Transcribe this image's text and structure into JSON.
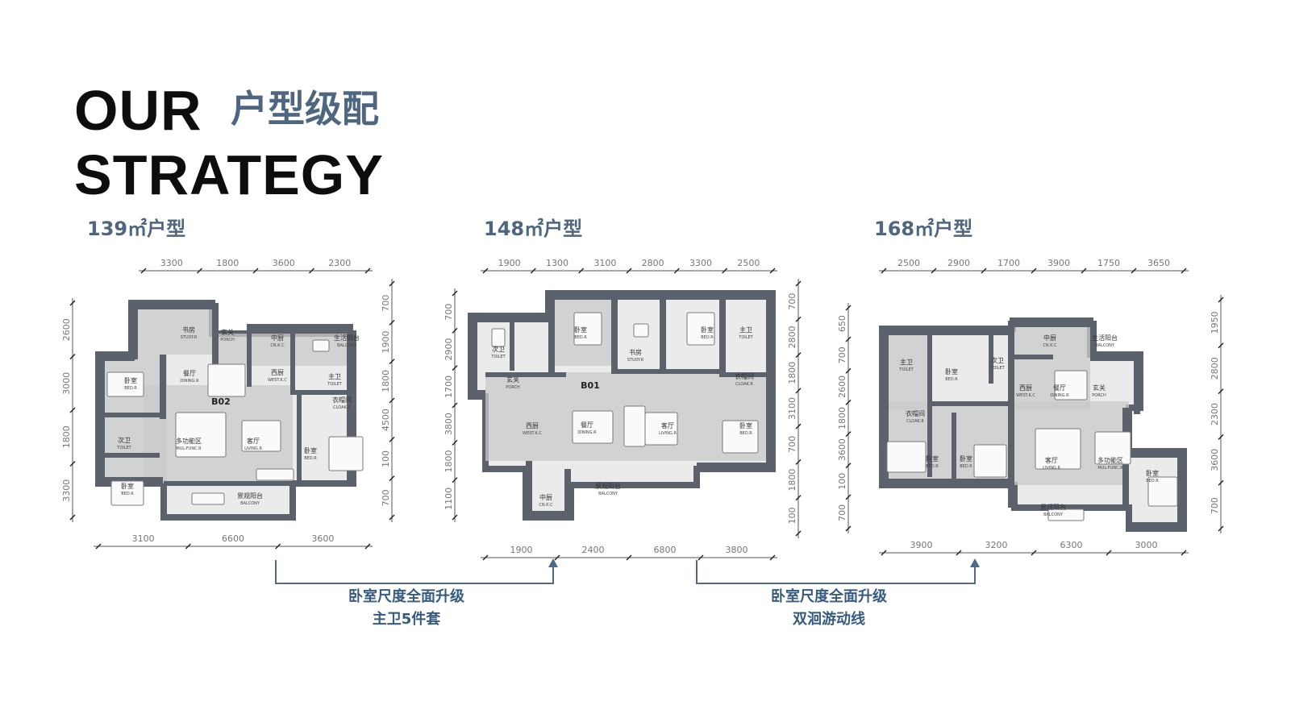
{
  "title": {
    "line1": "OUR",
    "line2": "STRATEGY",
    "cn": "户型级配"
  },
  "colors": {
    "accent": "#4f6680",
    "wall": "#5c626b",
    "floor": "#c9c9c9",
    "caption": "#365a80",
    "connector": "#4f6a88"
  },
  "units": [
    {
      "label": "139㎡户型",
      "code": "B02",
      "top_dims": [
        "3300",
        "1800",
        "3600",
        "2300"
      ],
      "bottom_dims": [
        "3100",
        "6600",
        "3600"
      ],
      "left_dims": [
        "2600",
        "3000",
        "1800",
        "3300"
      ],
      "right_dims": [
        "700",
        "1900",
        "1800",
        "4500",
        "100",
        "700"
      ],
      "rooms": [
        {
          "cn": "书房",
          "en": "STUDY.R"
        },
        {
          "cn": "玄关",
          "en": "PORCH"
        },
        {
          "cn": "中厨",
          "en": "CN.K.C"
        },
        {
          "cn": "生活阳台",
          "en": "BALCONY"
        },
        {
          "cn": "卧室",
          "en": "BED.R"
        },
        {
          "cn": "餐厅",
          "en": "DINING.R"
        },
        {
          "cn": "西厨",
          "en": "WEST.K.C"
        },
        {
          "cn": "主卫",
          "en": "TOILET"
        },
        {
          "cn": "衣帽间",
          "en": "CLOAK.R"
        },
        {
          "cn": "次卫",
          "en": "TOILET"
        },
        {
          "cn": "多功能区",
          "en": "MUL-FUNC.R"
        },
        {
          "cn": "客厅",
          "en": "LIVING.R"
        },
        {
          "cn": "卧室",
          "en": "BED.R"
        },
        {
          "cn": "卧室",
          "en": "BED.R"
        },
        {
          "cn": "景观阳台",
          "en": "BALCONY"
        }
      ]
    },
    {
      "label": "148㎡户型",
      "code": "B01",
      "top_dims": [
        "1900",
        "1300",
        "3100",
        "2800",
        "3300",
        "2500"
      ],
      "bottom_dims": [
        "1900",
        "2400",
        "6800",
        "3800"
      ],
      "left_dims": [
        "700",
        "2900",
        "1700",
        "3800",
        "1800",
        "1100"
      ],
      "right_dims": [
        "700",
        "2800",
        "1800",
        "3100",
        "700",
        "1800",
        "100"
      ],
      "rooms": [
        {
          "cn": "卧室",
          "en": "BED.R"
        },
        {
          "cn": "书房",
          "en": "STUDY.R"
        },
        {
          "cn": "卧室",
          "en": "BED.R"
        },
        {
          "cn": "主卫",
          "en": "TOILET"
        },
        {
          "cn": "次卫",
          "en": "TOILET"
        },
        {
          "cn": "玄关",
          "en": "PORCH"
        },
        {
          "cn": "衣帽间",
          "en": "CLOAK.R"
        },
        {
          "cn": "西厨",
          "en": "WEST.K.C"
        },
        {
          "cn": "餐厅",
          "en": "DINING.R"
        },
        {
          "cn": "客厅",
          "en": "LIVING.R"
        },
        {
          "cn": "卧室",
          "en": "BED.R"
        },
        {
          "cn": "中厨",
          "en": "CN.K.C"
        },
        {
          "cn": "景观阳台",
          "en": "BALCONY"
        }
      ]
    },
    {
      "label": "168㎡户型",
      "code": "",
      "top_dims": [
        "2500",
        "2900",
        "1700",
        "3900",
        "1750",
        "3650"
      ],
      "bottom_dims": [
        "3900",
        "3200",
        "6300",
        "3000"
      ],
      "left_dims": [
        "650",
        "700",
        "2600",
        "1800",
        "3600",
        "100",
        "700"
      ],
      "right_dims": [
        "1950",
        "2800",
        "2300",
        "3600",
        "700"
      ],
      "rooms": [
        {
          "cn": "主卫",
          "en": "TOILET"
        },
        {
          "cn": "次卫",
          "en": "TOILET"
        },
        {
          "cn": "中厨",
          "en": "CN.K.C"
        },
        {
          "cn": "生活阳台",
          "en": "BALCONY"
        },
        {
          "cn": "卧室",
          "en": "BED.R"
        },
        {
          "cn": "西厨",
          "en": "WEST.K.C"
        },
        {
          "cn": "餐厅",
          "en": "DINING.R"
        },
        {
          "cn": "玄关",
          "en": "PORCH"
        },
        {
          "cn": "衣帽间",
          "en": "CLOAK.R"
        },
        {
          "cn": "卧室",
          "en": "BED.R"
        },
        {
          "cn": "卧室",
          "en": "BED.R"
        },
        {
          "cn": "客厅",
          "en": "LIVING.R"
        },
        {
          "cn": "多功能区",
          "en": "MUL-FUNC.R"
        },
        {
          "cn": "卧室",
          "en": "BED.R"
        },
        {
          "cn": "景观阳台",
          "en": "BALCONY"
        }
      ]
    }
  ],
  "upgrades": [
    {
      "line1": "卧室尺度全面升级",
      "line2": "主卫5件套"
    },
    {
      "line1": "卧室尺度全面升级",
      "line2": "双洄游动线"
    }
  ]
}
